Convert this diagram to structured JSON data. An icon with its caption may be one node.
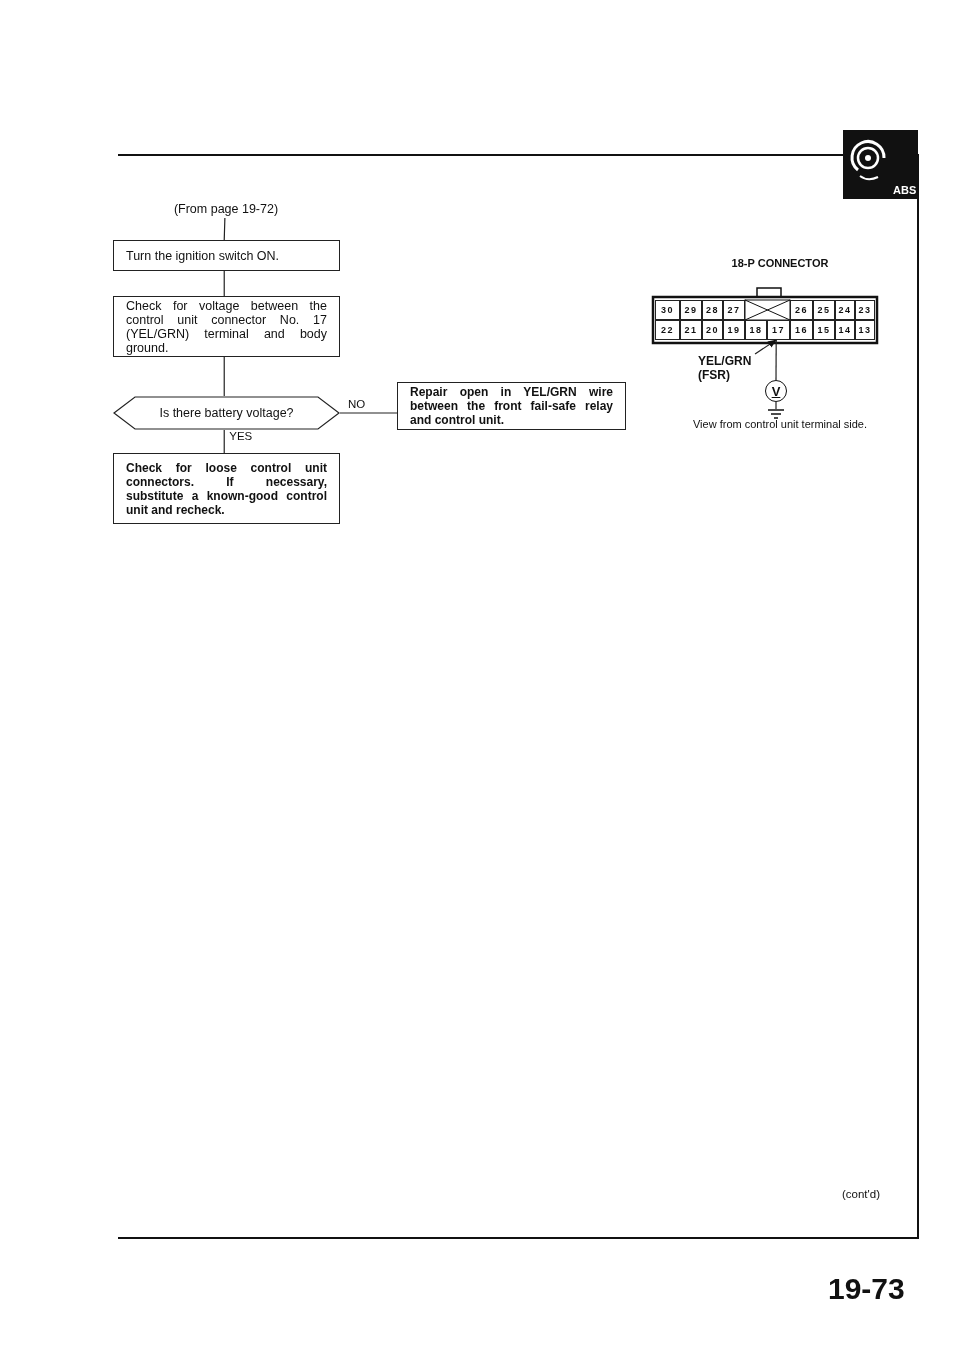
{
  "diagram": {
    "nodes": [
      {
        "text": [
          "(From page 19-72)"
        ]
      },
      {
        "text": [
          "Turn the ignition switch ON."
        ]
      },
      {
        "text": [
          "Check for voltage between the control unit connector No. 17 (YEL/GRN) terminal and body ground."
        ]
      },
      {
        "text": [
          "Is there battery voltage?"
        ]
      },
      {
        "text": [
          "Repair open in YEL/GRN wire between the front fail-safe relay and control unit."
        ]
      },
      {
        "text": [
          "Check for loose control unit connectors. If necessary, substitute a known-good control unit and recheck."
        ]
      },
      {
        "text": [
          "YEL/GRN (FSR)"
        ]
      },
      {
        "text": [
          "17"
        ]
      },
      {
        "text": [
          "V"
        ]
      },
      {
        "text": [],
        "shape": "ground"
      }
    ],
    "edges": [
      {
        "from": 0,
        "to": 1,
        "arrow": "none"
      },
      {
        "from": 1,
        "to": 2,
        "arrow": "none"
      },
      {
        "from": 2,
        "to": 3,
        "arrow": "none"
      },
      {
        "from": 3,
        "to": 4,
        "arrow": "none",
        "label": "NO"
      },
      {
        "from": 3,
        "to": 5,
        "arrow": "none",
        "label": "YES"
      },
      {
        "from": 6,
        "to": 7,
        "arrow": "to"
      },
      {
        "from": 7,
        "to": 8,
        "arrow": "none"
      },
      {
        "from": 8,
        "to": 9,
        "arrow": "none"
      }
    ],
    "labels": [
      "ABS",
      "18-P CONNECTOR",
      "30",
      "29",
      "28",
      "27",
      "26",
      "25",
      "24",
      "23",
      "22",
      "21",
      "20",
      "19",
      "18",
      "16",
      "15",
      "14",
      "13",
      "View from control unit terminal side.",
      "(cont'd)",
      "19-73"
    ]
  }
}
